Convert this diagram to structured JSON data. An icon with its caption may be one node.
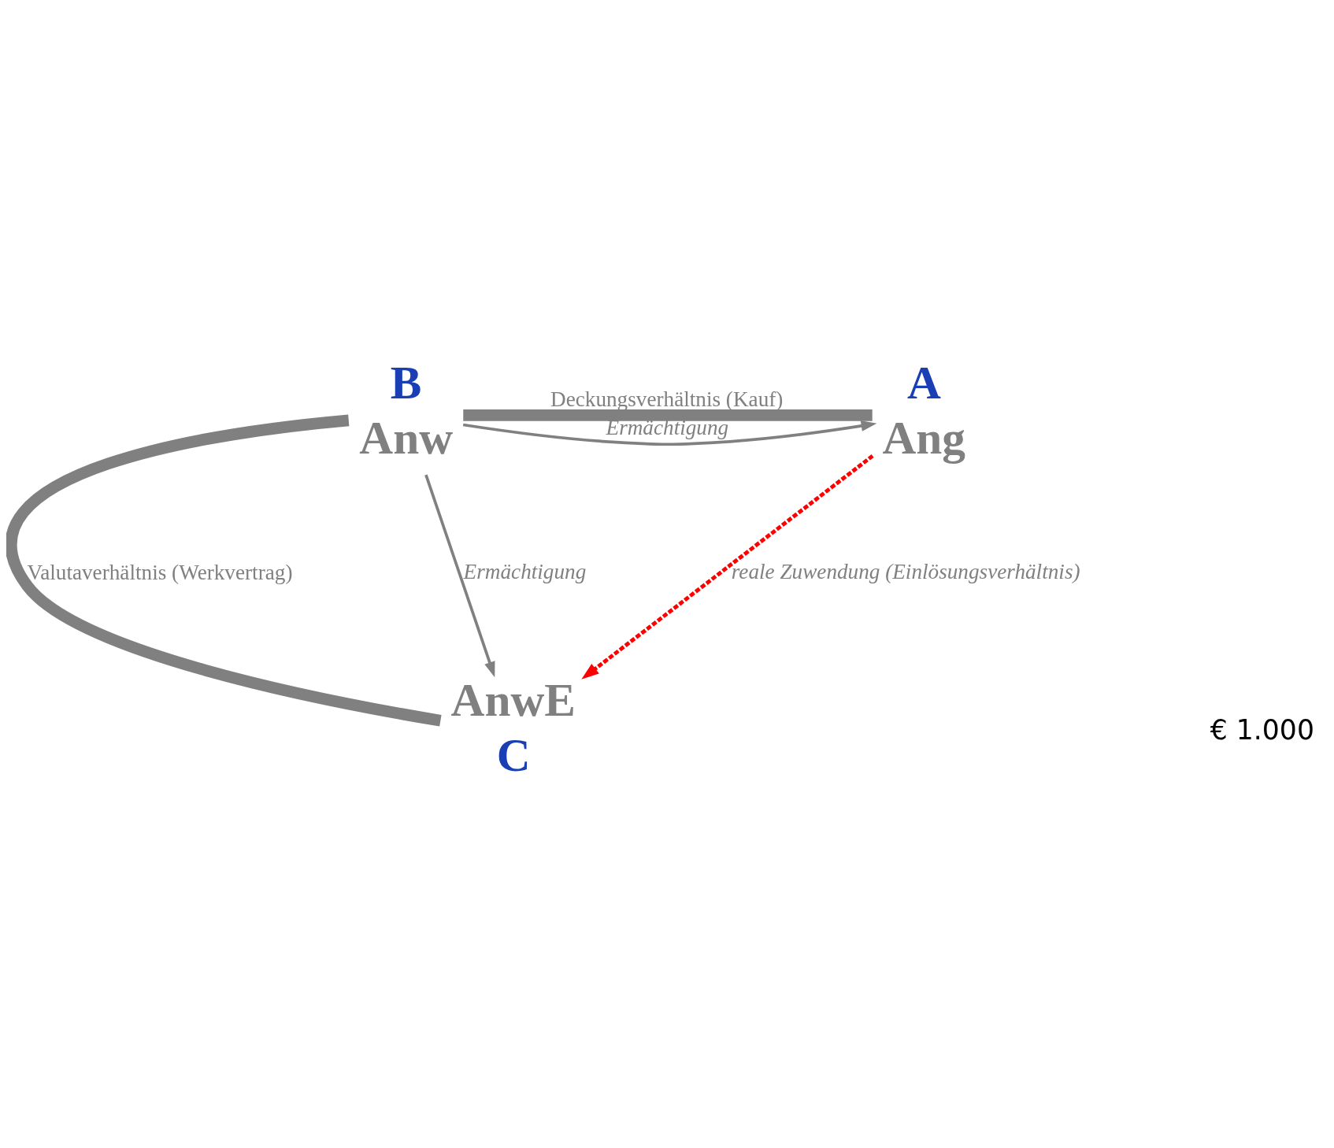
{
  "diagram": {
    "nodes": [
      {
        "text": [
          "B",
          "Anw"
        ]
      },
      {
        "text": [
          "A",
          "Ang"
        ]
      },
      {
        "text": [
          "AnwE",
          "C"
        ]
      }
    ],
    "edges": [
      {
        "from": 0,
        "to": 1,
        "arrow": "none",
        "label": "Deckungsverhältnis (Kauf)",
        "style": "thick"
      },
      {
        "from": 0,
        "to": 1,
        "arrow": "to",
        "label": "Ermächtigung"
      },
      {
        "from": 0,
        "to": 2,
        "arrow": "none",
        "label": "Valutaverhältnis (Werkvertrag)",
        "style": "thick"
      },
      {
        "from": 0,
        "to": 2,
        "arrow": "to",
        "label": "Ermächtigung"
      },
      {
        "from": 1,
        "to": 2,
        "arrow": "to",
        "label": "reale Zuwendung (Einlösungsverhältnis)",
        "style": "dashed",
        "color": "#ff0000"
      }
    ],
    "labels": [
      "€ 1.000"
    ]
  }
}
